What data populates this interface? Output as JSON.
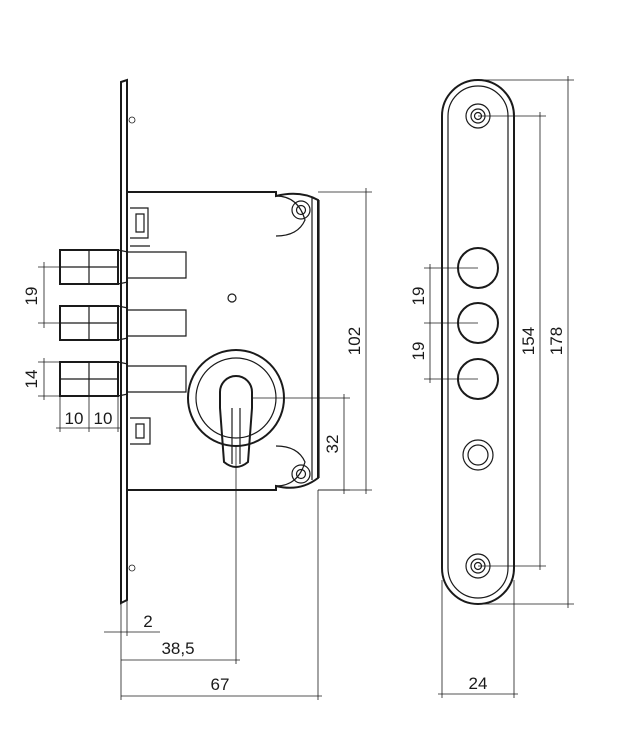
{
  "dimensions": {
    "bolt_pitch": "19",
    "bolt_height": "14",
    "bolt_width_a": "10",
    "bolt_width_b": "10",
    "case_height": "102",
    "key_offset": "32",
    "faceplate_thickness": "2",
    "backset": "38,5",
    "case_depth": "67",
    "hole_pitch_a": "19",
    "hole_pitch_b": "19",
    "screw_spacing": "154",
    "plate_length": "178",
    "plate_width": "24"
  }
}
